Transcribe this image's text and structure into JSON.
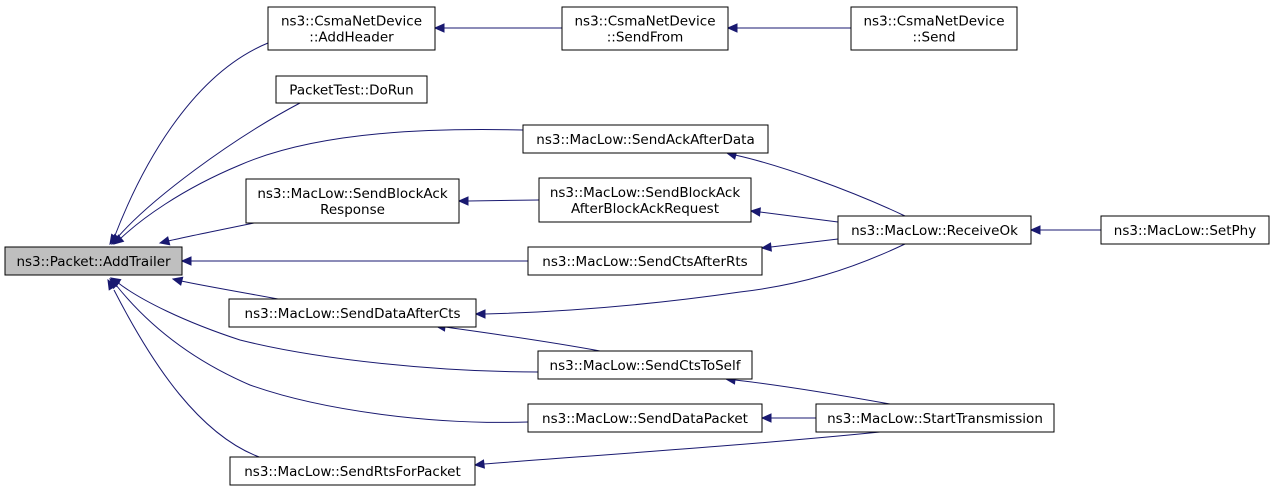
{
  "graph": {
    "accent_color": "#191970",
    "root_fill": "#bfbfbf",
    "nodes": {
      "add_trailer": {
        "lines": [
          "ns3::Packet::AddTrailer"
        ],
        "root": true
      },
      "csma_add_header": {
        "lines": [
          "ns3::CsmaNetDevice",
          "::AddHeader"
        ]
      },
      "csma_send_from": {
        "lines": [
          "ns3::CsmaNetDevice",
          "::SendFrom"
        ]
      },
      "csma_send": {
        "lines": [
          "ns3::CsmaNetDevice",
          "::Send"
        ]
      },
      "packet_test_do_run": {
        "lines": [
          "PacketTest::DoRun"
        ]
      },
      "send_ack_after_data": {
        "lines": [
          "ns3::MacLow::SendAckAfterData"
        ]
      },
      "send_block_ack_response": {
        "lines": [
          "ns3::MacLow::SendBlockAck",
          "Response"
        ]
      },
      "send_block_ack_after_request": {
        "lines": [
          "ns3::MacLow::SendBlockAck",
          "AfterBlockAckRequest"
        ]
      },
      "receive_ok": {
        "lines": [
          "ns3::MacLow::ReceiveOk"
        ]
      },
      "set_phy": {
        "lines": [
          "ns3::MacLow::SetPhy"
        ]
      },
      "send_cts_after_rts": {
        "lines": [
          "ns3::MacLow::SendCtsAfterRts"
        ]
      },
      "send_data_after_cts": {
        "lines": [
          "ns3::MacLow::SendDataAfterCts"
        ]
      },
      "send_cts_to_self": {
        "lines": [
          "ns3::MacLow::SendCtsToSelf"
        ]
      },
      "send_data_packet": {
        "lines": [
          "ns3::MacLow::SendDataPacket"
        ]
      },
      "start_transmission": {
        "lines": [
          "ns3::MacLow::StartTransmission"
        ]
      },
      "send_rts_for_packet": {
        "lines": [
          "ns3::MacLow::SendRtsForPacket"
        ]
      }
    },
    "edges": [
      {
        "from": "csma_add_header",
        "to": "add_trailer"
      },
      {
        "from": "packet_test_do_run",
        "to": "add_trailer"
      },
      {
        "from": "send_ack_after_data",
        "to": "add_trailer"
      },
      {
        "from": "send_block_ack_response",
        "to": "add_trailer"
      },
      {
        "from": "send_cts_after_rts",
        "to": "add_trailer"
      },
      {
        "from": "send_data_after_cts",
        "to": "add_trailer"
      },
      {
        "from": "send_cts_to_self",
        "to": "add_trailer"
      },
      {
        "from": "send_data_packet",
        "to": "add_trailer"
      },
      {
        "from": "send_rts_for_packet",
        "to": "add_trailer"
      },
      {
        "from": "csma_send_from",
        "to": "csma_add_header"
      },
      {
        "from": "csma_send",
        "to": "csma_send_from"
      },
      {
        "from": "receive_ok",
        "to": "send_ack_after_data"
      },
      {
        "from": "send_block_ack_after_request",
        "to": "send_block_ack_response"
      },
      {
        "from": "receive_ok",
        "to": "send_block_ack_after_request"
      },
      {
        "from": "receive_ok",
        "to": "send_cts_after_rts"
      },
      {
        "from": "receive_ok",
        "to": "send_data_after_cts"
      },
      {
        "from": "set_phy",
        "to": "receive_ok"
      },
      {
        "from": "send_cts_to_self",
        "to": "send_data_after_cts"
      },
      {
        "from": "start_transmission",
        "to": "send_cts_to_self"
      },
      {
        "from": "start_transmission",
        "to": "send_data_packet"
      },
      {
        "from": "start_transmission",
        "to": "send_rts_for_packet"
      }
    ]
  }
}
